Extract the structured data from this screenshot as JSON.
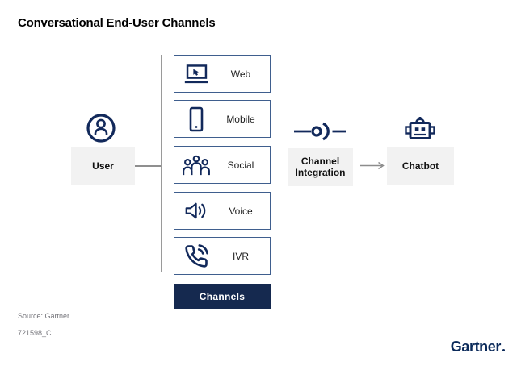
{
  "title": "Conversational End-User Channels",
  "colors": {
    "navy": "#12295b",
    "channel_border": "#3f5e8e",
    "node_background": "#f2f2f2",
    "connector_gray": "#8f8f8f",
    "footer_gray": "#75757b"
  },
  "user": {
    "label": "User",
    "icon": "user-circle-icon"
  },
  "channels": {
    "label": "Channels",
    "items": [
      {
        "label": "Web",
        "icon": "laptop-cursor-icon"
      },
      {
        "label": "Mobile",
        "icon": "smartphone-icon"
      },
      {
        "label": "Social",
        "icon": "people-group-icon"
      },
      {
        "label": "Voice",
        "icon": "speaker-waves-icon"
      },
      {
        "label": "IVR",
        "icon": "phone-waves-icon"
      }
    ]
  },
  "integration": {
    "label": "Channel Integration",
    "icon": "integration-node-icon"
  },
  "chatbot": {
    "label": "Chatbot",
    "icon": "robot-icon"
  },
  "flow": {
    "arrow": "right-arrow-icon"
  },
  "footer": {
    "source": "Source: Gartner",
    "doc_id": "721598_C",
    "logo": "Gartner"
  }
}
